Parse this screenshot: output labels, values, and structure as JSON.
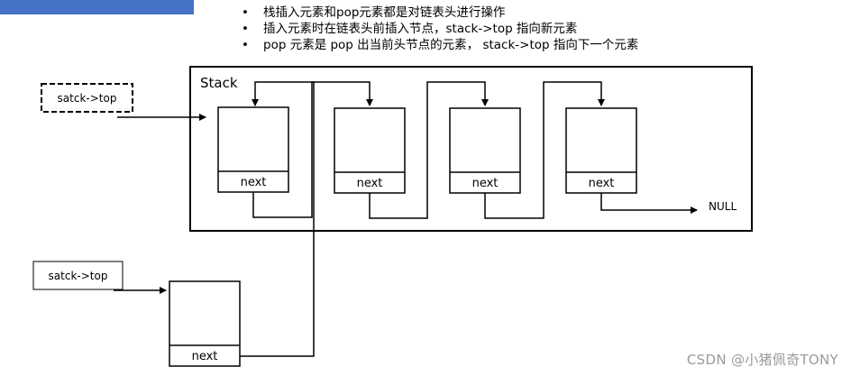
{
  "notes": [
    "栈插入元素和pop元素都是对链表头进行操作",
    "插入元素时在链表头前插入节点，stack->top 指向新元素",
    "pop 元素是 pop 出当前头节点的元素， stack->top 指向下一个元素"
  ],
  "stack_label": "Stack",
  "top_pointer_label_old": "satck->top",
  "top_pointer_label_new": "satck->top",
  "node_label": "next",
  "null_label": "NULL",
  "watermark": "CSDN @小猪佩奇TONY",
  "colors": {
    "accent_bar": "#4472c4",
    "stroke": "#000000",
    "watermark": "#9a9a9a"
  }
}
